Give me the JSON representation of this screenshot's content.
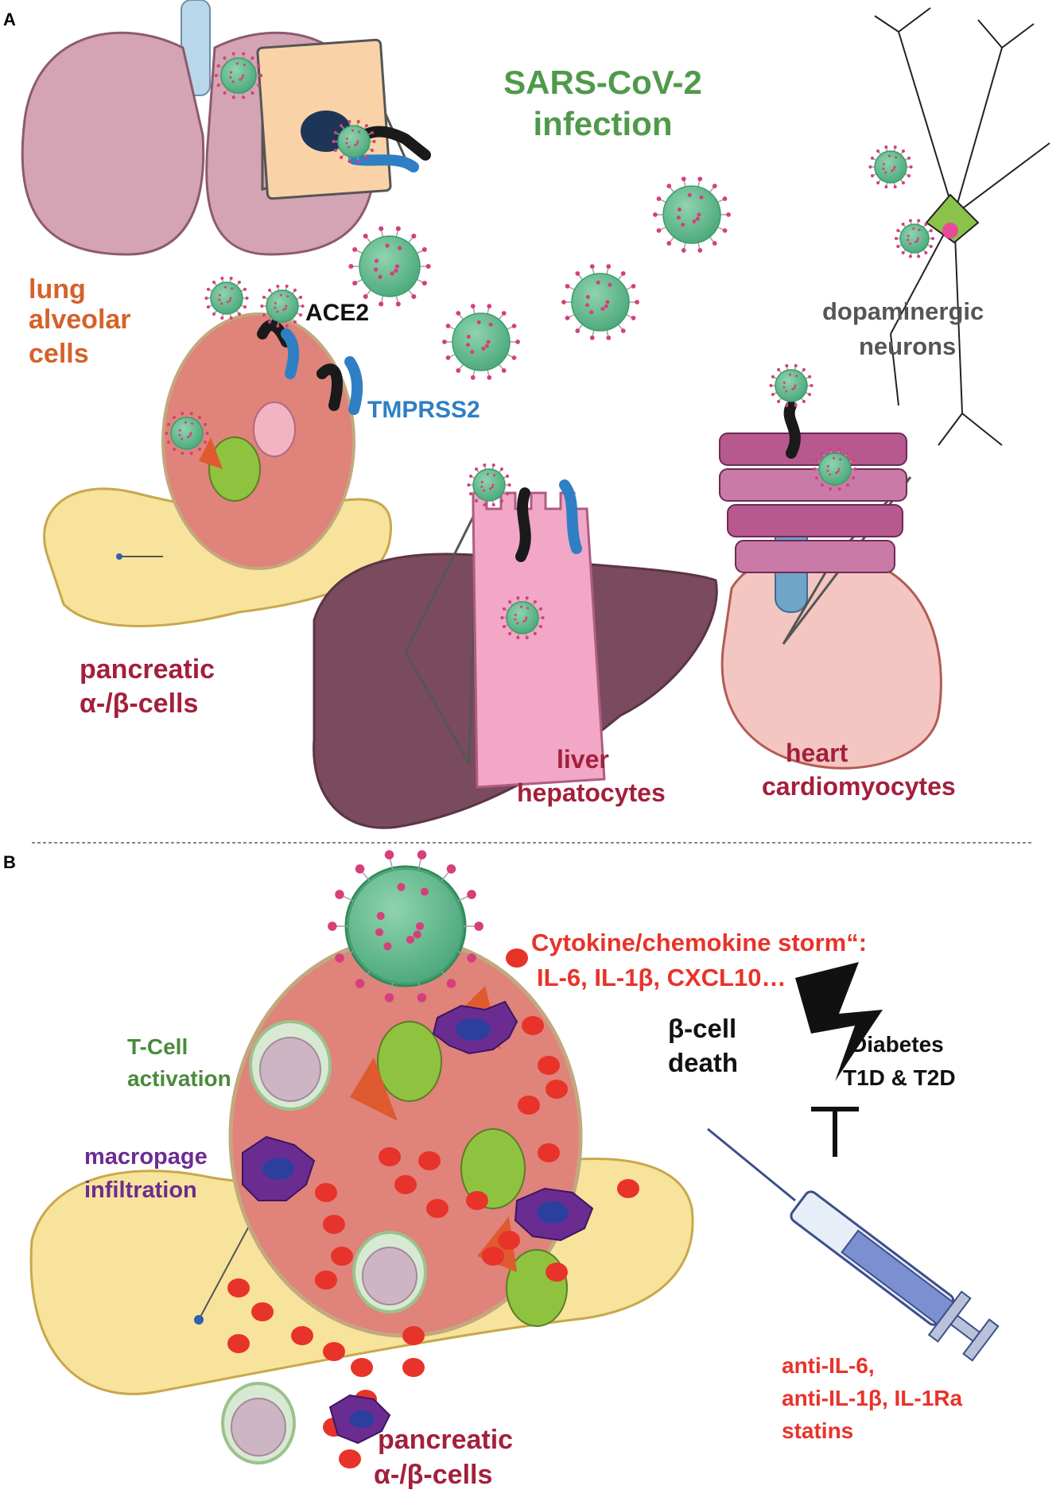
{
  "panel_a": {
    "letter": "A",
    "title_line1": "SARS-CoV-2",
    "title_line2": "infection",
    "labels": {
      "lung": [
        "lung",
        "alveolar",
        "cells"
      ],
      "ace2": "ACE2",
      "tmprss2": "TMPRSS2",
      "dopaminergic": [
        "dopaminergic",
        "neurons"
      ],
      "pancreatic": [
        "pancreatic",
        "α-/β-cells"
      ],
      "liver": [
        "liver",
        "hepatocytes"
      ],
      "heart": [
        "heart",
        "cardiomyocytes"
      ]
    }
  },
  "panel_b": {
    "letter": "B",
    "storm": [
      "Cytokine/chemokine storm“:",
      "IL-6, IL-1β, CXCL10…"
    ],
    "beta_death": [
      "β-cell",
      "death"
    ],
    "diabetes": [
      "Diabetes",
      "T1D & T2D"
    ],
    "tcell": [
      "T-Cell",
      "activation"
    ],
    "macrophage": [
      "macropage",
      "infiltration"
    ],
    "treatment": [
      "anti-IL-6,",
      "anti-IL-1β, IL-1Ra",
      "statins"
    ],
    "pancreatic": [
      "pancreatic",
      "α-/β-cells"
    ]
  },
  "colors": {
    "title_green": "#4f9a4a",
    "lung_orange": "#d4622b",
    "organ_red": "#a3203c",
    "tmprss2_blue": "#2f7fc4",
    "neuron_gray": "#555555",
    "storm_red": "#e8332a",
    "tcell_green": "#4a8a3c",
    "macrophage_purple": "#6b2c91",
    "virus_green": "#5fb88b",
    "spike_pink": "#d63f7a"
  }
}
